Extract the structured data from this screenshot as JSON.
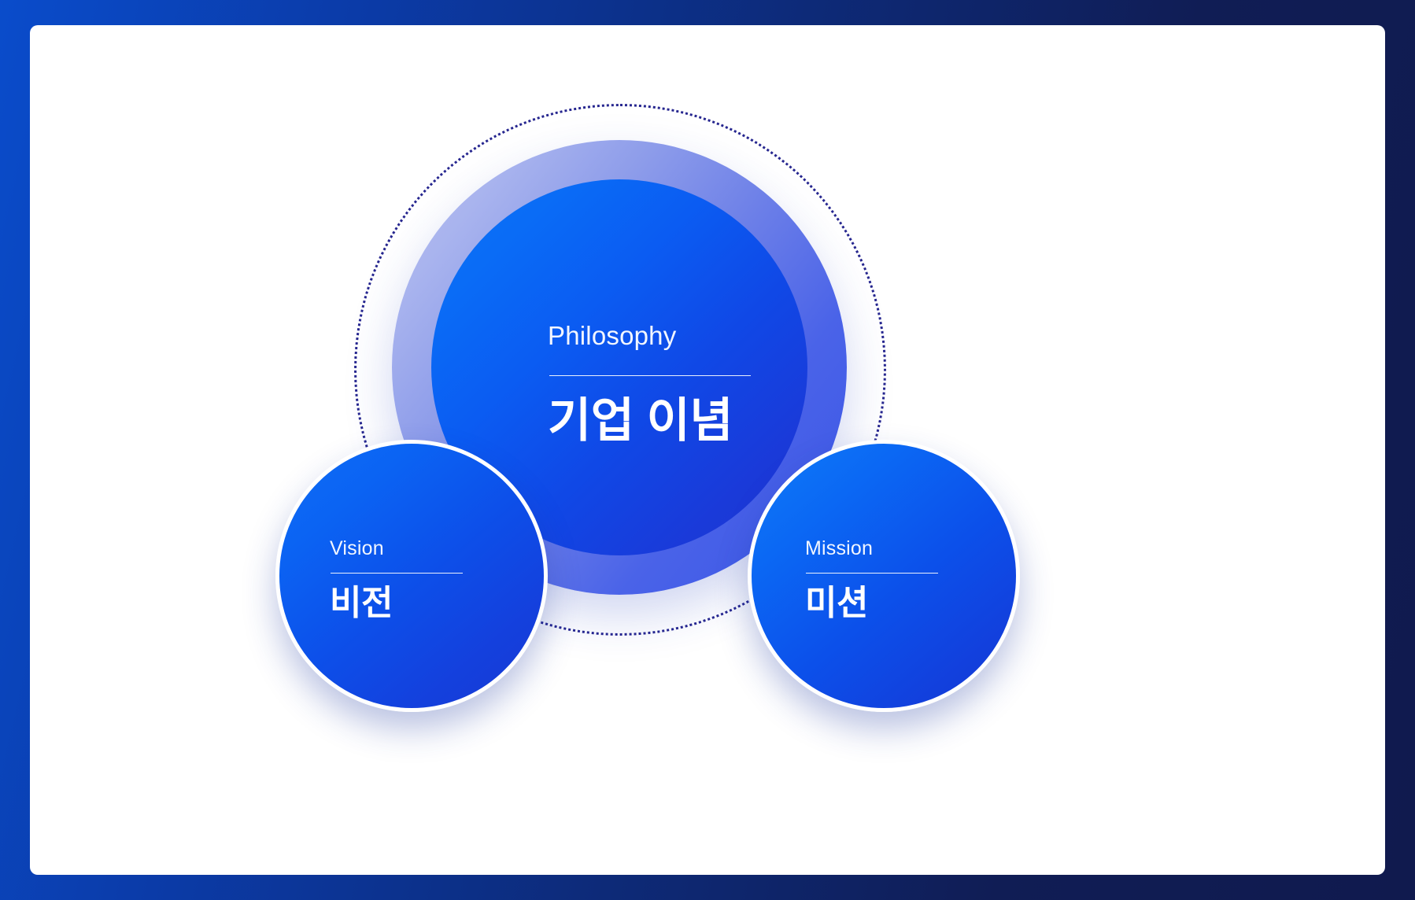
{
  "slide": {
    "background_gradient_from": "#0A4CCB",
    "background_gradient_to": "#101A4E",
    "card_background": "#FFFFFF"
  },
  "diagram": {
    "type": "concentric-circle-relationship",
    "orbit": {
      "name": "dotted-orbit",
      "stroke_color": "#26268F",
      "style": "dotted"
    },
    "center_node": {
      "eyebrow": "Philosophy",
      "headline": "기업 이념",
      "ring_color_from": "#B3BDF0",
      "ring_color_to": "#3A55E6",
      "core_color_from": "#0A74F7",
      "core_color_to": "#1F34CF"
    },
    "nodes": [
      {
        "key": "vision",
        "eyebrow": "Vision",
        "headline": "비전",
        "color_from": "#0D6EF6",
        "color_to": "#1839D4",
        "border_color": "#FFFFFF"
      },
      {
        "key": "mission",
        "eyebrow": "Mission",
        "headline": "미션",
        "color_from": "#0E7BF8",
        "color_to": "#1637D3",
        "border_color": "#FFFFFF"
      }
    ]
  }
}
